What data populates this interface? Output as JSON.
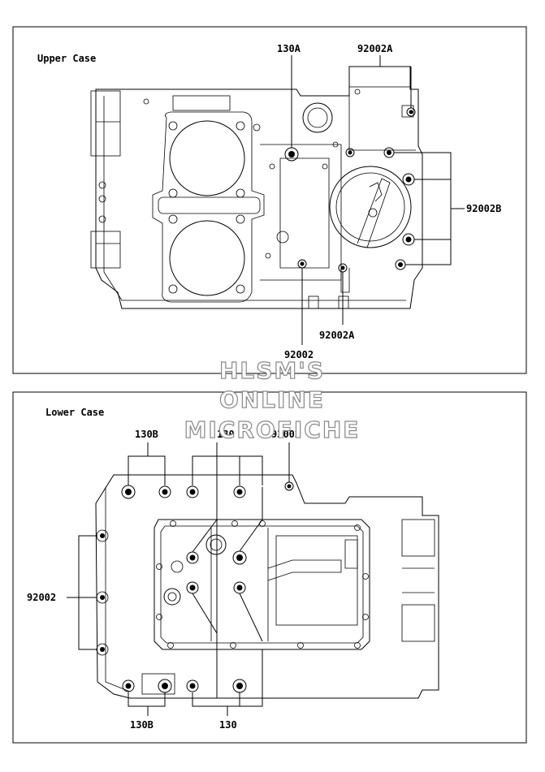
{
  "panels": {
    "upper": {
      "title": "Upper Case",
      "callouts": {
        "c130a": "130A",
        "c92002a_top": "92002A",
        "c92002b": "92002B",
        "c92002a_bottom": "92002A",
        "c92002": "92002"
      }
    },
    "lower": {
      "title": "Lower Case",
      "callouts": {
        "c130b_top": "130B",
        "c130_top": "130",
        "c92002_top": "92002",
        "c92002_left": "92002",
        "c130b_bottom": "130B",
        "c130_bottom": "130"
      }
    }
  },
  "watermark": {
    "line1": "HLSM'S",
    "line2": "ONLINE",
    "line3": "MICROFICHE"
  }
}
